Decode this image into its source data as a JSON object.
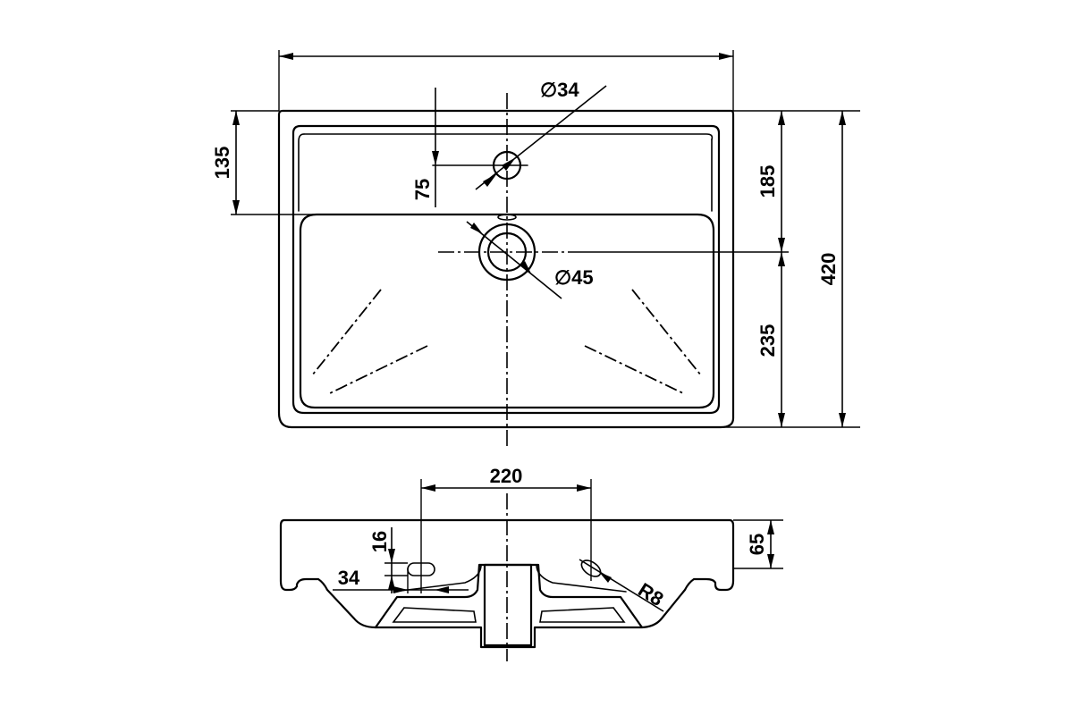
{
  "dimensions": {
    "overall_width": "",
    "hole_diameter": "∅34",
    "hole_offset": "75",
    "hole_position": "135",
    "depth_to_drain": "185",
    "drain_to_front": "235",
    "overall_depth": "420",
    "drain_diameter": "∅45",
    "mount_spacing": "220",
    "mount_height": "16",
    "mount_offset": "34",
    "rim_height": "65",
    "slot_radius": "R8"
  }
}
